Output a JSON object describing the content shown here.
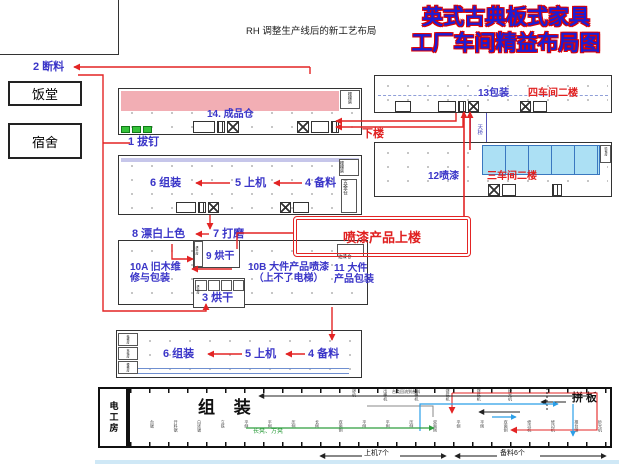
{
  "title": {
    "line1": "英式古典板式家具",
    "line2": "工厂车间精益布局图",
    "subtitle": "RH 调整生产线后的新工艺布局"
  },
  "colors": {
    "title_blue": "#1d1dd4",
    "title_outline_red": "#dd0000",
    "flow_red": "#e32424",
    "label_blue": "#3a35c8",
    "label_red": "#e02020",
    "pink_band": "#f2aeb4",
    "lavender_band": "#c6c6ea",
    "lightblue_cells": "#ace0f4",
    "bottom_strip": "#cfe8f6",
    "green_flow": "#2e9e3e",
    "blue_flow": "#2b9fe8"
  },
  "left_area": {
    "canteen": "饭堂",
    "dormitory": "宿舍"
  },
  "process_labels": {
    "p1": "1 拔钉",
    "p2": "2 断料",
    "p3": "3 烘干",
    "p4": "4 备料",
    "p5": "5 上机",
    "p6": "6 组装",
    "p7": "7 打磨",
    "p8": "8 漂白上色",
    "p9": "9 烘干",
    "p10a": [
      "10A 旧木维",
      "修与包装"
    ],
    "p10b": [
      "10B 大件产品喷漆",
      "（上不了电梯）"
    ],
    "p11": [
      "11 大件",
      "产品包装"
    ],
    "p12": "12喷漆",
    "p13": "13包装",
    "p14": "14. 成品仓"
  },
  "floors": {
    "floor4": "四车间二楼",
    "floor3": "三车间二楼"
  },
  "rooms": {
    "stair": "楼梯房",
    "hardware_store": "五金仓",
    "paint_store": "油漆仓",
    "dry_room": "烘干房",
    "spray_room": "喷包房",
    "electric_room": "电工房",
    "elevator_room": "电梯房",
    "charge_room": "充电房",
    "bridge": "天桥"
  },
  "flow_notes": {
    "upstairs": "喷漆产品上楼",
    "downstairs": "下楼",
    "count_shangji": "上机7个",
    "count_beiliao": "备料6个",
    "bench_note": "长凳、方凳",
    "return_note": "台类回流到叁科"
  },
  "big_rooms": {
    "assembly": "组 装",
    "panel": "拼板"
  },
  "machines_top": [
    "锣机",
    "出榫机",
    "出榫机",
    "镂铣机",
    "镂铣机",
    "砂光机"
  ],
  "machines_bottom": [
    "台锯",
    "开料锯",
    "白坯锯",
    "立铣",
    "平刨",
    "平刨",
    "压刨",
    "长刨",
    "双面刨",
    "平刨",
    "平刨",
    "压刨",
    "双面刨",
    "平刨",
    "平刨",
    "双面刨",
    "修边机",
    "修边机",
    "推台锯",
    "砂光机"
  ]
}
